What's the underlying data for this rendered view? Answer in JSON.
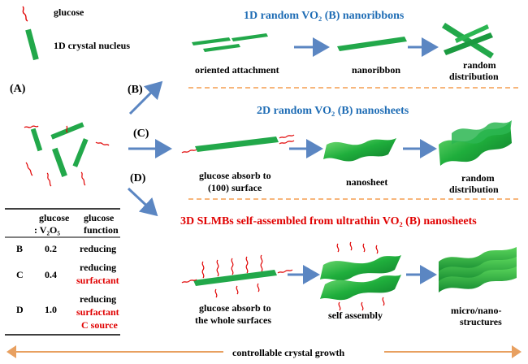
{
  "legend": {
    "glucose": "glucose",
    "nucleus": "1D crystal nucleus"
  },
  "panel_labels": {
    "a": "(A)",
    "b": "(B)",
    "c": "(C)",
    "d": "(D)"
  },
  "rows": {
    "b": {
      "title": "1D random VO₂ (B) nanoribbons",
      "title_color": "#1f6db5",
      "steps": [
        "oriented attachment",
        "nanoribbon",
        "random",
        "distribution"
      ]
    },
    "c": {
      "title": "2D random VO₂ (B) nanosheets",
      "title_color": "#1f6db5",
      "steps": [
        "glucose absorb to",
        "(100) surface",
        "nanosheet",
        "random",
        "distribution"
      ]
    },
    "d": {
      "title": "3D SLMBs self-assembled from ultrathin VO₂ (B) nanosheets",
      "title_color": "#e00000",
      "steps": [
        "glucose absorb to",
        "the whole surfaces",
        "self assembly",
        "micro/nano-",
        "structures"
      ]
    }
  },
  "table": {
    "header": {
      "col1_line1": "glucose",
      "col1_line2": ": V₂O₅",
      "col2_line1": "glucose",
      "col2_line2": "function"
    },
    "rows": [
      {
        "id": "B",
        "ratio": "0.2",
        "functions": [
          "reducing"
        ]
      },
      {
        "id": "C",
        "ratio": "0.4",
        "functions": [
          "reducing",
          "surfactant"
        ]
      },
      {
        "id": "D",
        "ratio": "1.0",
        "functions": [
          "reducing",
          "surfactant",
          "C source"
        ]
      }
    ]
  },
  "bottom_label": "controllable crystal growth",
  "colors": {
    "crystal": "#22a84a",
    "crystal_dark": "#138a36",
    "glucose": "#e00000",
    "arrow": "#5b86c2",
    "dash": "#f28a2e",
    "bottom_arrow": "#e8a060"
  }
}
